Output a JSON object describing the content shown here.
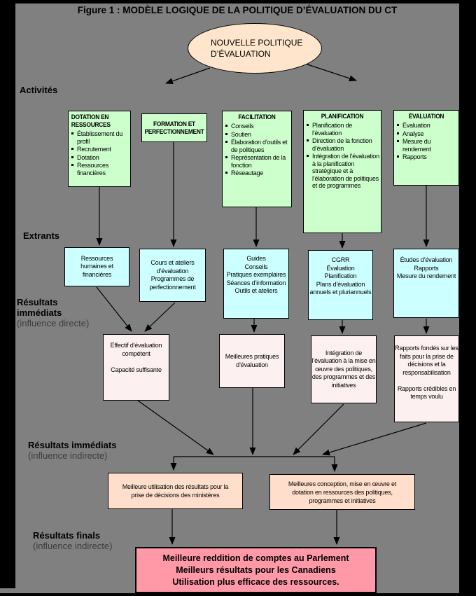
{
  "title": "Figure 1 : MODÈLE LOGIQUE DE LA POLITIQUE D’ÉVALUATION DU CT",
  "ellipse": {
    "text": [
      "NOUVELLE POLITIQUE",
      "D’ÉVALUATION"
    ]
  },
  "labels": {
    "activites": "Activités",
    "extrants": "Extrants",
    "ri_direct_bold": [
      "Résultats",
      "immédiats"
    ],
    "ri_direct_note": "(influence directe)",
    "ri_indirect_bold": "Résultats immédiats",
    "ri_indirect_note": "(influence indirecte)",
    "rf_bold": "Résultats finals",
    "rf_note": "(influence indirecte)"
  },
  "activities": {
    "bullet_glyph": "▪",
    "boxes": [
      {
        "header": [
          "DOTATION EN",
          "RESSOURCES"
        ],
        "bullets": [
          "Établissement du profil",
          "Recrutement",
          "Dotation",
          "Ressources financières"
        ]
      },
      {
        "header": [
          "FORMATION ET",
          "PERFECTIONNEMENT"
        ],
        "bullets": []
      },
      {
        "header": [
          "FACILITATION"
        ],
        "bullets": [
          "Conseils",
          "Soutien",
          "Élaboration d’outils et de politiques",
          "Représentation de la fonction",
          "Réseautage"
        ]
      },
      {
        "header": [
          "PLANIFICATION"
        ],
        "bullets": [
          "Planification de l’évaluation",
          "Direction de la fonction d’évaluation",
          "Intégration de l’évaluation à la planification stratégique et à l’élaboration de politiques et de programmes"
        ]
      },
      {
        "header": [
          "ÉVALUATION"
        ],
        "bullets": [
          "Évaluation",
          "Analyse",
          "Mesure du rendement",
          "Rapports"
        ]
      }
    ]
  },
  "outputs": [
    {
      "text": [
        "Ressources",
        "humaines et",
        "financières"
      ]
    },
    {
      "text": [
        "Cours et ateliers",
        "d’évaluation",
        "Programmes de",
        "perfectionnement"
      ]
    },
    {
      "text": [
        "Guides",
        "Conseils",
        "Pratiques exemplaires",
        "Séances d’information",
        "Outils et ateliers"
      ]
    },
    {
      "text": [
        "CGRR",
        "Évaluation",
        "Planification",
        "Plans d’évaluation",
        "annuels et pluriannuels"
      ]
    },
    {
      "text": [
        "Études d’évaluation",
        "Rapports",
        "Mesure du rendement"
      ]
    }
  ],
  "immediate_direct": [
    {
      "text": [
        "Effectif d’évaluation",
        "compétent",
        "",
        "Capacité suffisante"
      ]
    },
    {
      "text": [
        "Meilleures pratiques",
        "d’évaluation"
      ]
    },
    {
      "text": [
        "Intégration de",
        "l’évaluation à la mise en",
        "œuvre des politiques,",
        "des programmes et des",
        "initiatives"
      ]
    },
    {
      "text": [
        "Rapports fondés sur les",
        "faits pour la prise de",
        "décisions et la",
        "responsabilisation",
        "",
        "Rapports crédibles en",
        "temps voulu"
      ]
    }
  ],
  "immediate_indirect": [
    {
      "text": [
        "Meilleure utilisation des résultats pour la",
        "prise de décisions des ministères"
      ]
    },
    {
      "text": [
        "Meilleures conception, mise en œuvre et",
        "dotation en ressources des politiques,",
        "programmes et initiatives"
      ]
    }
  ],
  "final_outcome": {
    "text": [
      "Meilleure reddition de comptes au Parlement",
      "Meilleurs résultats pour les Canadiens",
      "Utilisation plus efficace des ressources."
    ]
  },
  "colors": {
    "background": "#808080",
    "activities_box": "#CCFFCC",
    "outputs_box": "#CCFFFF",
    "immediate_direct_box": "#FDF0F0",
    "immediate_indirect_box": "#FFDFCC",
    "final_box": "#FF99A8",
    "ellipse": "#FFE5CC",
    "border": "#000000"
  }
}
